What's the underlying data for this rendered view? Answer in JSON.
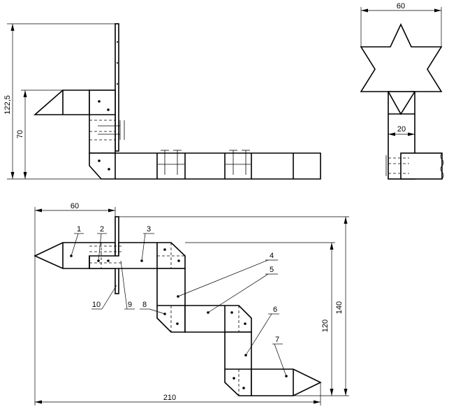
{
  "dimensions": {
    "front_height_total": "122,5",
    "front_height_lower": "70",
    "side_width_top": "60",
    "side_width_post": "20",
    "plan_offset": "60",
    "plan_length": "210",
    "plan_depth_inner": "120",
    "plan_depth_outer": "140"
  },
  "callouts": [
    "1",
    "2",
    "3",
    "4",
    "5",
    "6",
    "7",
    "8",
    "9",
    "10"
  ]
}
